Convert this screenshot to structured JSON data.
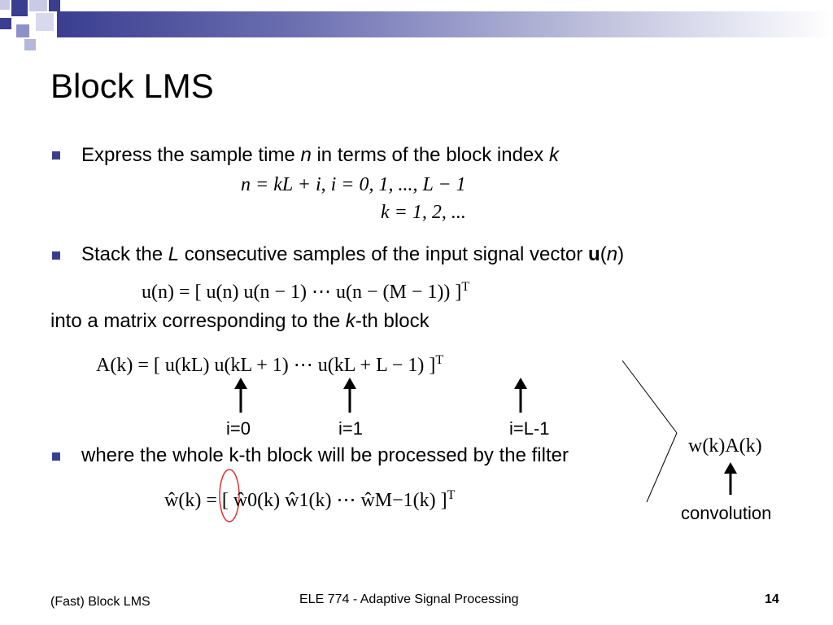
{
  "slide": {
    "title": "Block LMS",
    "bullet1": {
      "pre": "Express the sample time ",
      "var_n": "n",
      "mid": " in terms of the block index ",
      "var_k": "k"
    },
    "eq1": {
      "line1": "n = kL + i,    i = 0, 1, ..., L − 1",
      "line2": "k = 1, 2, ..."
    },
    "bullet2": {
      "pre": "Stack the ",
      "var_L": "L",
      "mid": " consecutive samples of the input signal vector ",
      "var_u": "u",
      "paren_open": "(",
      "var_n": "n",
      "paren_close": ")"
    },
    "eq2": "u(n) = [ u(n)   u(n − 1)   ⋯   u(n − (M − 1)) ]",
    "eq2_sup": "T",
    "line3": {
      "pre": "into a matrix corresponding to the ",
      "var_k": "k",
      "post": "-th block"
    },
    "eq3": "A(k) = [ u(kL)   u(kL + 1)   ⋯   u(kL + L − 1) ]",
    "eq3_sup": "T",
    "index_labels": [
      "i=0",
      "i=1",
      "i=L-1"
    ],
    "bullet3": "where the whole k-th block will be processed by the filter",
    "eq4": "ŵ(k) = [ ŵ0(k)   ŵ1(k)   ⋯   ŵM−1(k) ]",
    "eq4_sup": "T",
    "conv_expr": "w(k)A(k)",
    "conv_label": "convolution"
  },
  "footer": {
    "left": "(Fast) Block LMS",
    "center": "ELE 774 - Adaptive Signal Processing",
    "page": "14"
  },
  "colors": {
    "accent": "#3a3e90",
    "highlight_circle": "#e03030"
  }
}
